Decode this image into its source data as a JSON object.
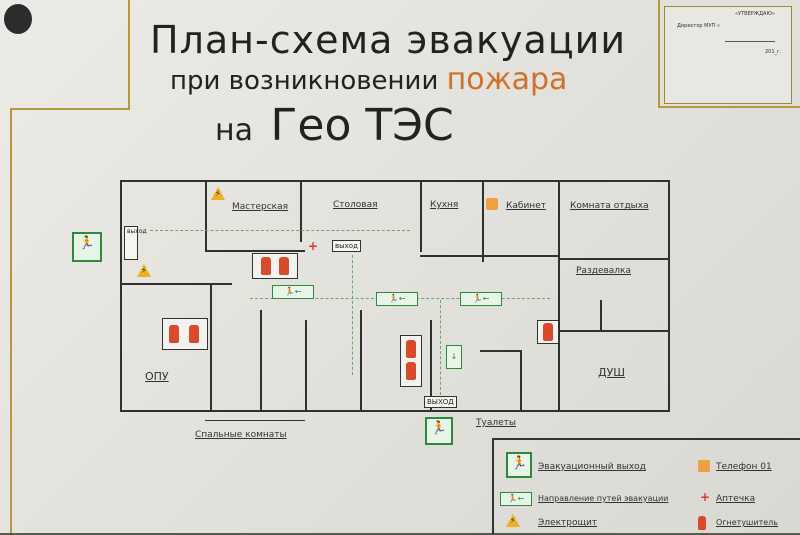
{
  "title": {
    "line1": "План-схема эвакуации",
    "line2": "при возникновении",
    "line2_highlight": "пожара",
    "line3_prefix": "на",
    "line3_name": "Гео ТЭС"
  },
  "approval": {
    "header": "«УТВЕРЖДАЮ»",
    "director": "Директор МУП «",
    "year": "201_г."
  },
  "rooms": {
    "workshop": "Мастерская",
    "canteen": "Столовая",
    "kitchen": "Кухня",
    "office": "Кабинет",
    "rest_room": "Комната отдыха",
    "locker_room": "Раздевалка",
    "opu": "ОПУ",
    "shower": "ДУШ",
    "toilets": "Туалеты",
    "bedrooms": "Спальные комнаты"
  },
  "exits": {
    "exit_left": "выход",
    "exit_center": "выход",
    "exit_bottom": "ВЫХОД"
  },
  "legend": {
    "evac_exit": "Эвакуационный выход",
    "evac_direction": "Направление путей эвакуации",
    "electric": "Электрощит",
    "phone": "Телефон 01",
    "first_aid": "Аптечка",
    "extinguisher": "Огнетушитель"
  },
  "colors": {
    "exit_green": "#2e8a3a",
    "fire_orange": "#d0702a",
    "extinguisher_red": "#d84a2a",
    "warning_yellow": "#f0b020"
  }
}
